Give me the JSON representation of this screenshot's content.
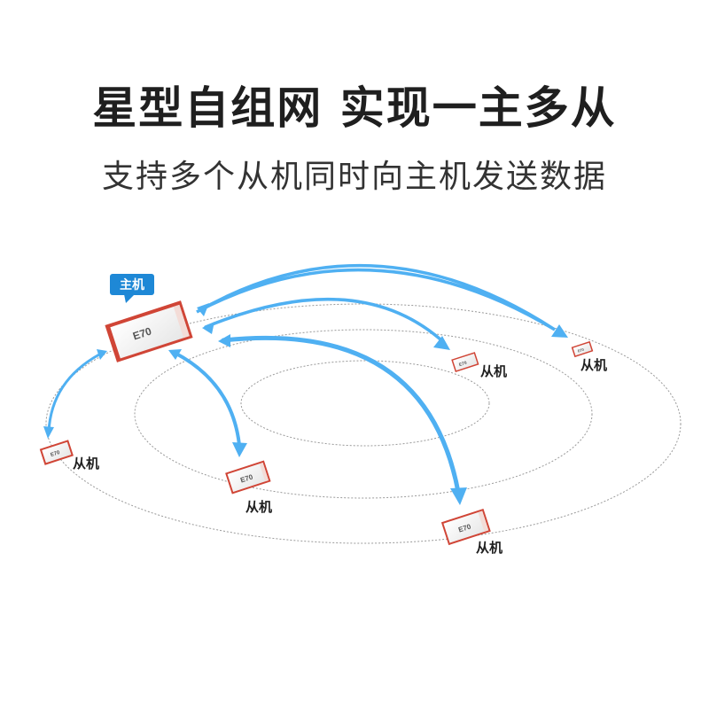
{
  "header": {
    "title": "星型自组网 实现一主多从",
    "subtitle": "支持多个从机同时向主机发送数据"
  },
  "diagram": {
    "host": {
      "tag": "主机",
      "chip": "E70"
    },
    "slave_label": "从机",
    "slave_chip": "E70",
    "colors": {
      "arrow": "#4fb0f2",
      "tag_bg": "#1e88d6",
      "module_border": "#d04536",
      "orbit": "#9a9a9a",
      "text": "#1f1f1f"
    }
  }
}
